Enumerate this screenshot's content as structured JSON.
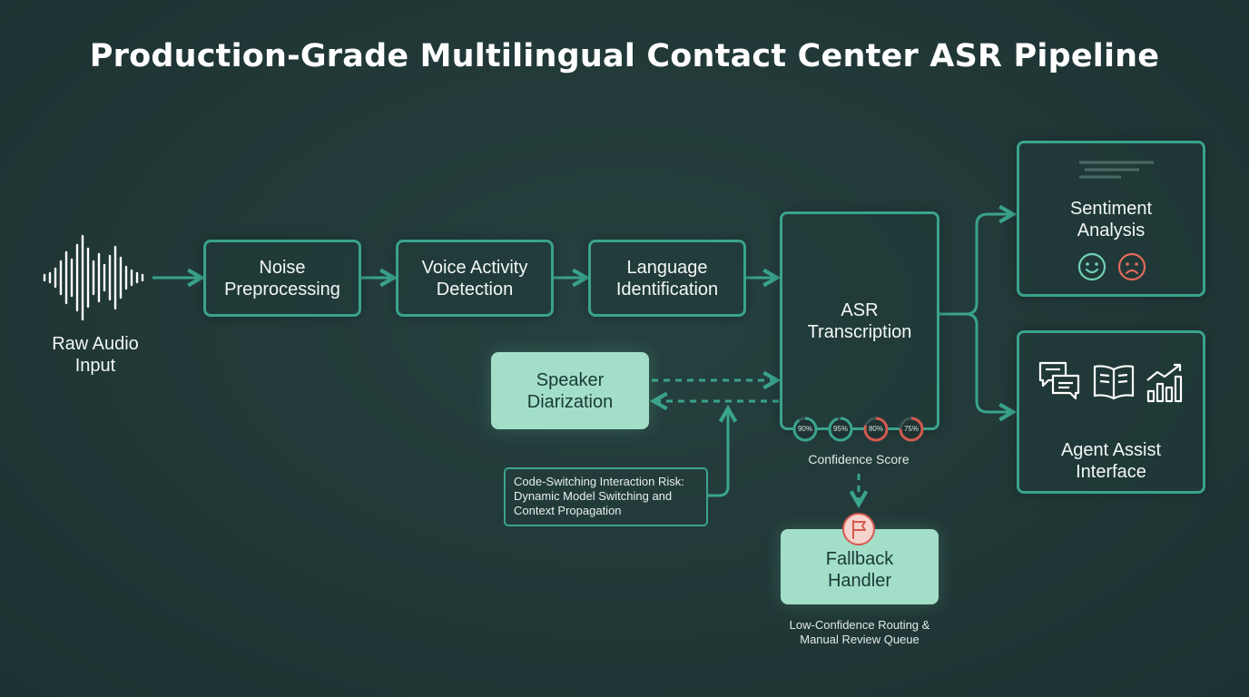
{
  "title": "Production-Grade Multilingual Contact Center ASR Pipeline",
  "input": {
    "label": "Raw Audio\nInput",
    "icon": "waveform-icon"
  },
  "stages": {
    "noise": "Noise\nPreprocessing",
    "vad": "Voice Activity\nDetection",
    "lid": "Language\nIdentification",
    "asr": "ASR\nTranscription",
    "diarization": "Speaker\nDiarization",
    "sentiment": "Sentiment\nAnalysis",
    "agent_assist": "Agent Assist\nInterface",
    "fallback": "Fallback\nHandler"
  },
  "confidence": {
    "label": "Confidence Score",
    "gauges": [
      {
        "label": "90%",
        "value": 0.9,
        "color": "#3aa38c"
      },
      {
        "label": "95%",
        "value": 0.95,
        "color": "#3aa38c"
      },
      {
        "label": "80%",
        "value": 0.8,
        "color": "#d35a4f"
      },
      {
        "label": "75%",
        "value": 0.75,
        "color": "#d35a4f"
      }
    ]
  },
  "code_switching_note": "Code-Switching Interaction Risk:\nDynamic Model Switching and\nContext Propagation",
  "fallback_caption": "Low-Confidence Routing &\nManual Review Queue",
  "icons": {
    "sentiment": [
      "happy-face-icon",
      "sad-face-icon"
    ],
    "agent_assist": [
      "chat-bubbles-icon",
      "open-book-icon",
      "bar-chart-trend-icon"
    ],
    "fallback": "flag-icon"
  },
  "colors": {
    "background": "#213837",
    "accent": "#3aa38c",
    "solid_box": "#a3dec9",
    "alert": "#d35a4f"
  }
}
